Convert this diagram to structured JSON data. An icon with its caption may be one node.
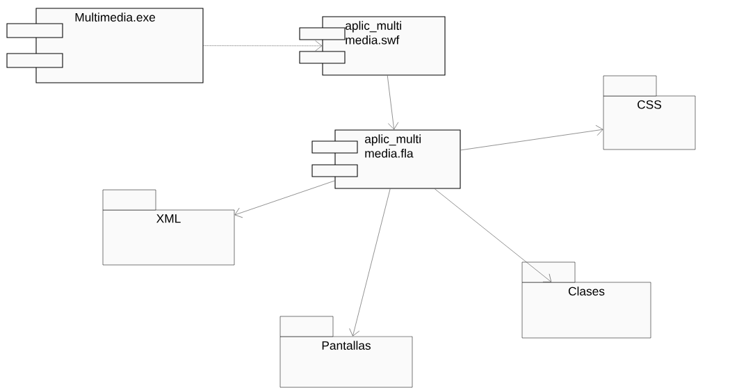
{
  "diagram": {
    "nodes": [
      {
        "text": [
          "Multimedia.exe"
        ]
      },
      {
        "text": [
          "aplic_multi media.swf"
        ]
      },
      {
        "text": [
          "aplic_multi media.fla"
        ]
      },
      {
        "text": [
          "CSS"
        ]
      },
      {
        "text": [
          "XML"
        ]
      },
      {
        "text": [
          "Pantallas"
        ]
      },
      {
        "text": [
          "Clases"
        ]
      }
    ],
    "edges": [
      {
        "from": 0,
        "to": 1,
        "arrow": "to",
        "style": "dashed"
      },
      {
        "from": 1,
        "to": 2,
        "arrow": "to"
      },
      {
        "from": 2,
        "to": 3,
        "arrow": "to"
      },
      {
        "from": 2,
        "to": 4,
        "arrow": "to"
      },
      {
        "from": 2,
        "to": 5,
        "arrow": "to"
      },
      {
        "from": 2,
        "to": 6,
        "arrow": "to"
      }
    ]
  }
}
